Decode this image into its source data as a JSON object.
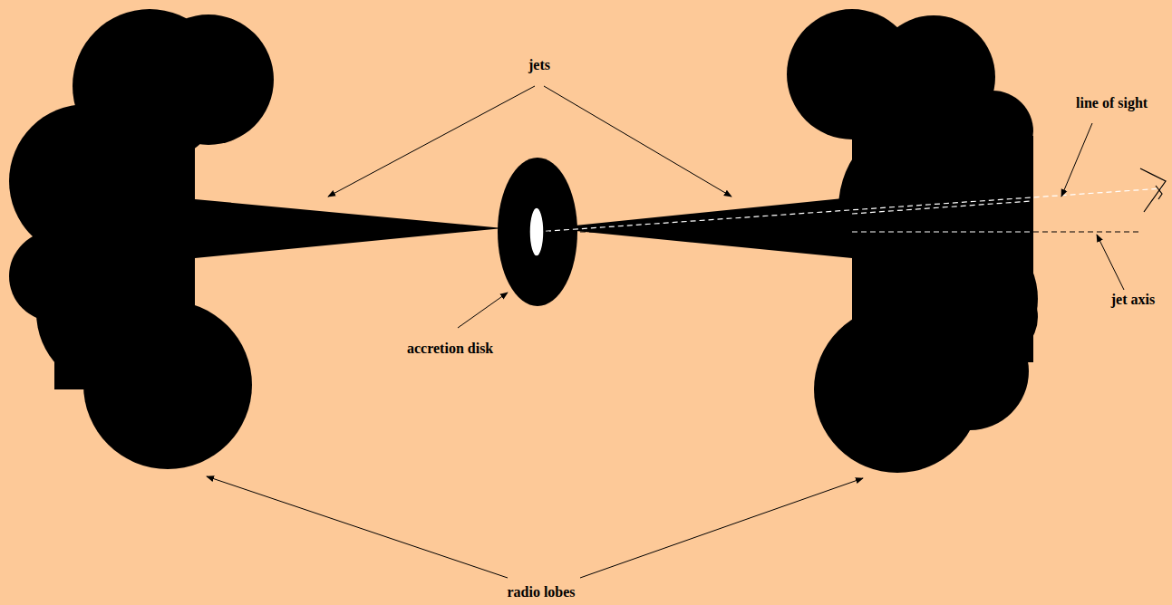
{
  "diagram": {
    "labels": [
      "jets",
      "line of sight",
      "jet axis",
      "accretion disk",
      "radio lobes"
    ]
  }
}
